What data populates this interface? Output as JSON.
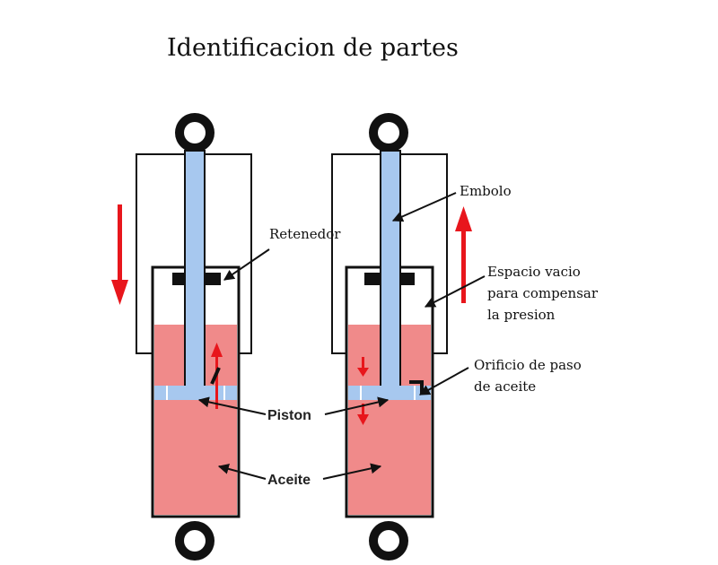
{
  "title": "Identificacion de partes",
  "labels": {
    "retenedor": "Retenedor",
    "embolo": "Embolo",
    "espacio_line1": "Espacio vacio",
    "espacio_line2": "para compensar",
    "espacio_line3": "la presion",
    "orificio_line1": "Orificio de paso",
    "orificio_line2": "de aceite",
    "piston": "Piston",
    "aceite": "Aceite"
  },
  "colors": {
    "oil": "#f08a8a",
    "rod": "#a7c8ef",
    "arrow": "#e8161c",
    "outline": "#111111"
  }
}
